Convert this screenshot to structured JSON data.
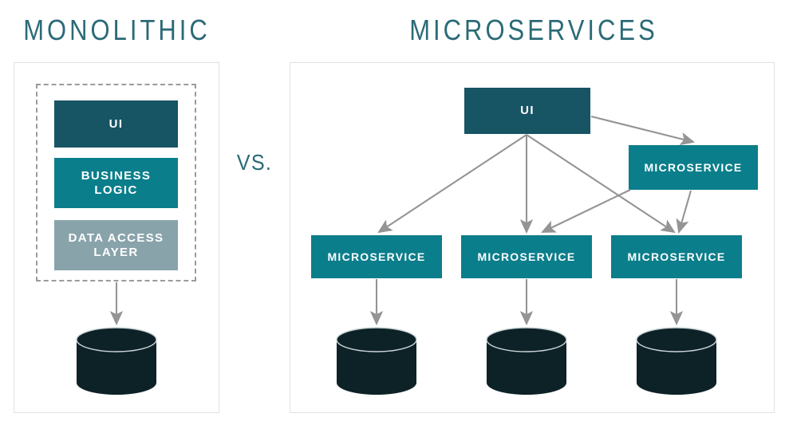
{
  "diagram": {
    "title_left": "MONOLITHIC",
    "title_right": "MICROSERVICES",
    "vs_label": "VS.",
    "colors": {
      "heading_teal": "#2b6a77",
      "box_dark_teal": "#175464",
      "box_teal": "#0b7e8b",
      "box_gray_blue": "#89a3ab",
      "database_dark": "#0d2227",
      "arrow_gray": "#949494",
      "panel_border": "#e2e2e2",
      "dashed_border": "#9b9b9b",
      "label_white": "#ffffff"
    }
  },
  "monolithic": {
    "panel_label": "monolithic-panel",
    "group_label": "monolithic-application-boundary",
    "layers": [
      {
        "label": "UI",
        "style": "dark"
      },
      {
        "label": "BUSINESS\nLOGIC",
        "line1": "BUSINESS",
        "line2": "LOGIC",
        "style": "teal"
      },
      {
        "label": "DATA ACCESS\nLAYER",
        "line1": "DATA ACCESS",
        "line2": "LAYER",
        "style": "gray"
      }
    ],
    "database": {
      "label": "database-cylinder"
    }
  },
  "microservices": {
    "panel_label": "microservices-panel",
    "ui": {
      "label": "UI"
    },
    "service_right_top": {
      "label": "MICROSERVICE"
    },
    "services_bottom": [
      {
        "label": "MICROSERVICE"
      },
      {
        "label": "MICROSERVICE"
      },
      {
        "label": "MICROSERVICE"
      }
    ],
    "databases": [
      {
        "label": "database-cylinder"
      },
      {
        "label": "database-cylinder"
      },
      {
        "label": "database-cylinder"
      }
    ]
  },
  "connections": [
    {
      "from": "monolith-data-access-layer",
      "to": "monolith-database"
    },
    {
      "from": "ui",
      "to": "microservice-right-top"
    },
    {
      "from": "ui",
      "to": "microservice-bottom-1"
    },
    {
      "from": "ui",
      "to": "microservice-bottom-2"
    },
    {
      "from": "ui",
      "to": "microservice-bottom-3"
    },
    {
      "from": "microservice-right-top",
      "to": "microservice-bottom-2"
    },
    {
      "from": "microservice-right-top",
      "to": "microservice-bottom-3"
    },
    {
      "from": "microservice-bottom-1",
      "to": "database-1"
    },
    {
      "from": "microservice-bottom-2",
      "to": "database-2"
    },
    {
      "from": "microservice-bottom-3",
      "to": "database-3"
    }
  ]
}
